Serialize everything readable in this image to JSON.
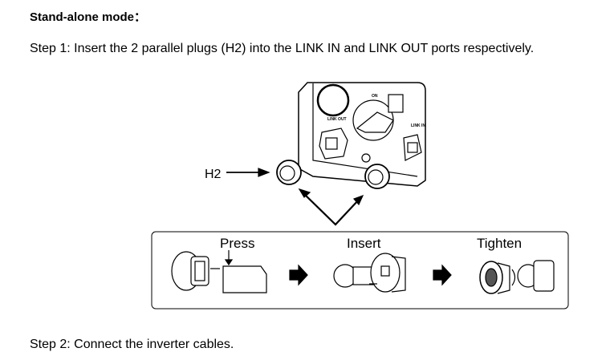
{
  "heading": "Stand-alone mode：",
  "step1": "Step 1: Insert the 2 parallel plugs (H2) into the LINK IN and LINK OUT ports respectively.",
  "step2": "Step 2: Connect the inverter cables.",
  "figure": {
    "label_on": "ON",
    "label_link_out": "LINK OUT",
    "label_link_in": "LINK IN",
    "label_h2": "H2",
    "press": "Press",
    "insert": "Insert",
    "tighten": "Tighten"
  }
}
